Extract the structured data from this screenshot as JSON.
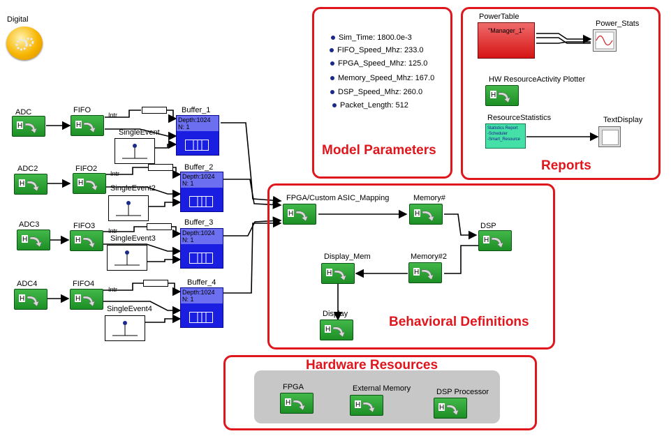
{
  "digital": {
    "label": "Digital"
  },
  "regions": {
    "model_parameters": "Model Parameters",
    "reports": "Reports",
    "behavioral_definitions": "Behavioral Definitions",
    "hardware_resources": "Hardware Resources"
  },
  "parameters": [
    "Sim_Time: 1800.0e-3",
    "FIFO_Speed_Mhz: 233.0",
    "FPGA_Speed_Mhz: 125.0",
    "Memory_Speed_Mhz: 167.0",
    "DSP_Speed_Mhz: 260.0",
    "Packet_Length: 512"
  ],
  "reports": {
    "power_table": "PowerTable",
    "power_table_inner": "\"Manager_1\"",
    "power_stats": "Power_Stats",
    "hw_plotter": "HW ResourceActivity Plotter",
    "resource_statistics": "ResourceStatistics",
    "resource_stats_lines": [
      "Statistics Report",
      "-Scheduler",
      "-Smart_Resource"
    ],
    "text_display": "TextDisplay"
  },
  "rows": [
    {
      "adc": "ADC",
      "fifo": "FIFO",
      "intr": "Intr",
      "event": "SingleEvent",
      "buffer": "Buffer_1",
      "depth": "Depth:1024",
      "n": "N: 1"
    },
    {
      "adc": "ADC2",
      "fifo": "FIFO2",
      "intr": "Intr",
      "event": "SingleEvent2",
      "buffer": "Buffer_2",
      "depth": "Depth:1024",
      "n": "N: 1"
    },
    {
      "adc": "ADC3",
      "fifo": "FIFO3",
      "intr": "Intr",
      "event": "SingleEvent3",
      "buffer": "Buffer_3",
      "depth": "Depth:1024",
      "n": "N: 1"
    },
    {
      "adc": "ADC4",
      "fifo": "FIFO4",
      "intr": "Intr",
      "event": "SingleEvent4",
      "buffer": "Buffer_4",
      "depth": "Depth:1024",
      "n": "N: 1"
    }
  ],
  "behavior": {
    "fpga_mapping": "FPGA/Custom ASIC_Mapping",
    "memory": "Memory#",
    "dsp": "DSP",
    "memory2": "Memory#2",
    "display_mem": "Display_Mem",
    "display": "Display"
  },
  "hardware": {
    "fpga": "FPGA",
    "external_memory": "External Memory",
    "dsp_processor": "DSP Processor"
  },
  "colors": {
    "accent_red": "#e0161d",
    "block_green": "#2ea336",
    "buffer_blue": "#1a1ee0"
  }
}
